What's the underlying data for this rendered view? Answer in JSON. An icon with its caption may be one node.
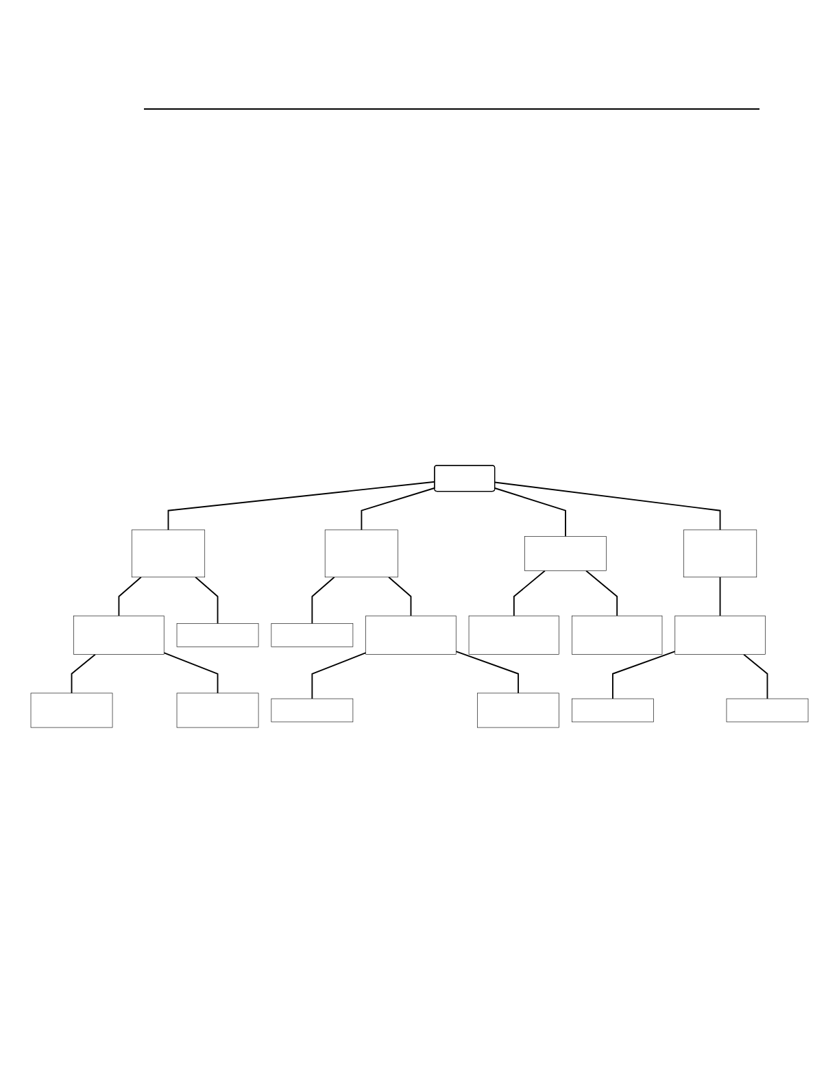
{
  "diagram": {
    "nodes": [
      {
        "text": [],
        "shape": "box"
      },
      {
        "text": [],
        "shape": "box"
      },
      {
        "text": [],
        "shape": "box"
      },
      {
        "text": [],
        "shape": "box"
      },
      {
        "text": [],
        "shape": "box"
      },
      {
        "text": [],
        "shape": "box"
      },
      {
        "text": [],
        "shape": "box"
      },
      {
        "text": [],
        "shape": "box"
      },
      {
        "text": [],
        "shape": "box"
      },
      {
        "text": [],
        "shape": "box"
      },
      {
        "text": [],
        "shape": "box"
      },
      {
        "text": [],
        "shape": "box"
      },
      {
        "text": [],
        "shape": "box"
      },
      {
        "text": [],
        "shape": "box"
      },
      {
        "text": [],
        "shape": "box"
      },
      {
        "text": [],
        "shape": "box"
      },
      {
        "text": [],
        "shape": "box"
      },
      {
        "text": [],
        "shape": "box"
      }
    ],
    "edges": [
      {
        "from": 0,
        "to": 1,
        "arrow": "none"
      },
      {
        "from": 0,
        "to": 6,
        "arrow": "none"
      },
      {
        "from": 0,
        "to": 11,
        "arrow": "none"
      },
      {
        "from": 0,
        "to": 14,
        "arrow": "none"
      },
      {
        "from": 1,
        "to": 2,
        "arrow": "none"
      },
      {
        "from": 1,
        "to": 4,
        "arrow": "none"
      },
      {
        "from": 2,
        "to": 3,
        "arrow": "none"
      },
      {
        "from": 2,
        "to": 5,
        "arrow": "none"
      },
      {
        "from": 6,
        "to": 7,
        "arrow": "none"
      },
      {
        "from": 6,
        "to": 8,
        "arrow": "none"
      },
      {
        "from": 8,
        "to": 9,
        "arrow": "none"
      },
      {
        "from": 8,
        "to": 10,
        "arrow": "none"
      },
      {
        "from": 11,
        "to": 12,
        "arrow": "none"
      },
      {
        "from": 11,
        "to": 13,
        "arrow": "none"
      },
      {
        "from": 14,
        "to": 15,
        "arrow": "none"
      },
      {
        "from": 15,
        "to": 16,
        "arrow": "none"
      },
      {
        "from": 15,
        "to": 17,
        "arrow": "none"
      }
    ]
  }
}
